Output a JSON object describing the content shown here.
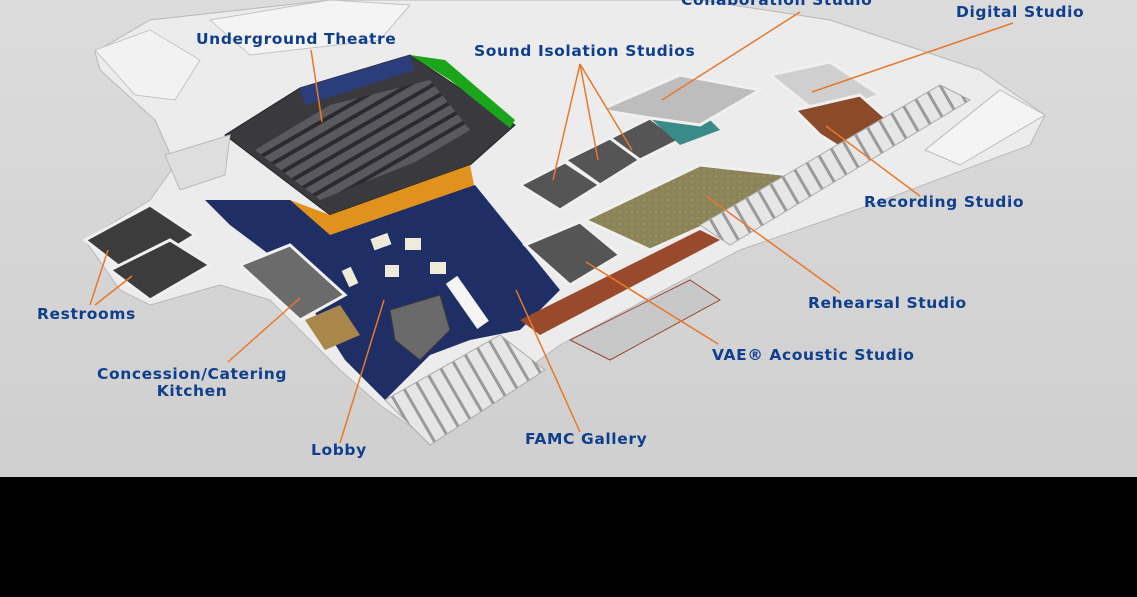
{
  "labels": {
    "underground_theatre": "Underground Theatre",
    "sound_isolation_studios": "Sound Isolation Studios",
    "collaboration_studio": "Collaboration Studio",
    "digital_studio": "Digital Studio",
    "recording_studio": "Recording Studio",
    "rehearsal_studio": "Rehearsal Studio",
    "vae_acoustic_studio": "VAE® Acoustic Studio",
    "famc_gallery": "FAMC Gallery",
    "lobby": "Lobby",
    "concession_line1": "Concession/Catering",
    "concession_line2": "Kitchen",
    "restrooms": "Restrooms"
  },
  "colors": {
    "label_text": "#0f3f8c",
    "leader_line": "#e8782a",
    "background": "#d6d6d6",
    "lobby_floor": "#1f2f66",
    "theatre_wall_accent": "#1aa51a",
    "orange_wall": "#e0921c",
    "rehearsal_floor": "#8a8458",
    "brick_wall": "#9a4a2c"
  }
}
